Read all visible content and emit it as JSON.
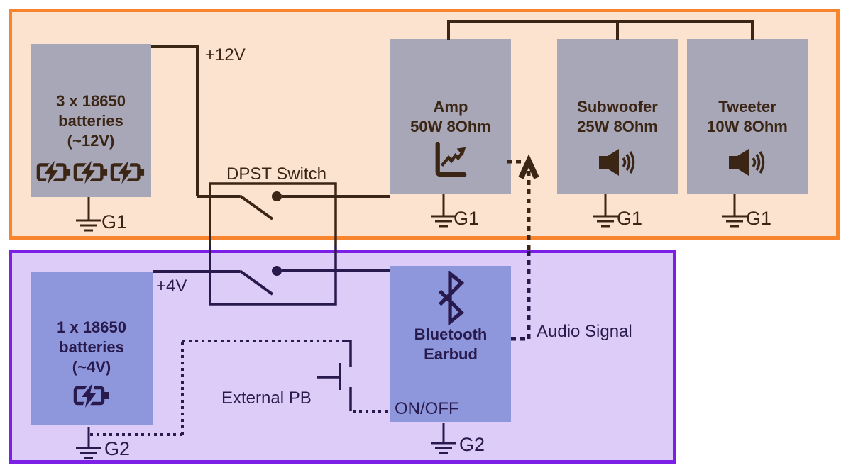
{
  "boxes": [
    {
      "id": "battery-pack-12v",
      "lines": [
        "3 x 18650",
        "batteries",
        "(~12V)"
      ]
    },
    {
      "id": "amp",
      "lines": [
        "Amp",
        "50W 8Ohm"
      ]
    },
    {
      "id": "subwoofer",
      "lines": [
        "Subwoofer",
        "25W 8Ohm"
      ]
    },
    {
      "id": "tweeter",
      "lines": [
        "Tweeter",
        "10W 8Ohm"
      ]
    },
    {
      "id": "battery-pack-4v",
      "lines": [
        "1 x 18650",
        "batteries",
        "(~4V)"
      ]
    },
    {
      "id": "bluetooth-earbud",
      "lines": [
        "Bluetooth",
        "Earbud"
      ]
    }
  ],
  "labels": {
    "v12": "+12V",
    "v4": "+4V",
    "dpst": "DPST Switch",
    "external_pb": "External PB",
    "audio_signal": "Audio Signal",
    "onoff": "ON/OFF",
    "g1": "G1",
    "g2": "G2"
  },
  "icons": {
    "battery_charging": "battery-charging-icon",
    "line_chart": "line-chart-icon",
    "speaker": "speaker-icon",
    "bluetooth": "bluetooth-icon",
    "ground": "ground-icon",
    "switch_pole": "switch-pole",
    "push_button": "push-button"
  },
  "colors": {
    "top_bg": "#fce3d0",
    "top_border": "#f8842e",
    "top_ink": "#3b2514",
    "bottom_bg": "#ddccf7",
    "bottom_border": "#7c20e8",
    "bottom_ink": "#281a4d",
    "gray_box": "#a7a7b8",
    "blue_box": "#8f97dc"
  }
}
